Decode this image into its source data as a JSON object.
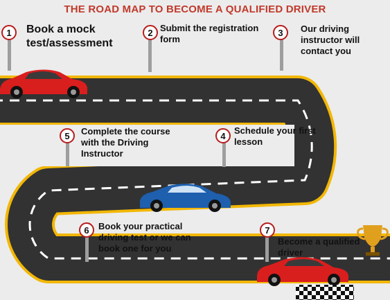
{
  "title": "THE ROAD MAP TO BECOME A QUALIFIED DRIVER",
  "colors": {
    "road": "#323232",
    "road_edge": "#f2b705",
    "center_dash": "#ffffff",
    "pin_border": "#b71c1c",
    "car_red": "#d91e1e",
    "car_blue": "#1e5fae",
    "trophy": "#e0a01e"
  },
  "icons": [
    "red-car-icon",
    "blue-car-icon",
    "trophy-icon",
    "checkered-flag-icon"
  ],
  "steps": [
    {
      "number": "1",
      "text": "Book a mock\ntest/assessment"
    },
    {
      "number": "2",
      "text": "Submit the registration\nform"
    },
    {
      "number": "3",
      "text": "Our driving\ninstructor will\ncontact you"
    },
    {
      "number": "4",
      "text": "Schedule your first\nlesson"
    },
    {
      "number": "5",
      "text": "Complete the course\nwith the Driving\nInstructor"
    },
    {
      "number": "6",
      "text": "Book your practical\ndriving test or we can\nbook one for you"
    },
    {
      "number": "7",
      "text": "Become a qualified\ndriver"
    }
  ]
}
